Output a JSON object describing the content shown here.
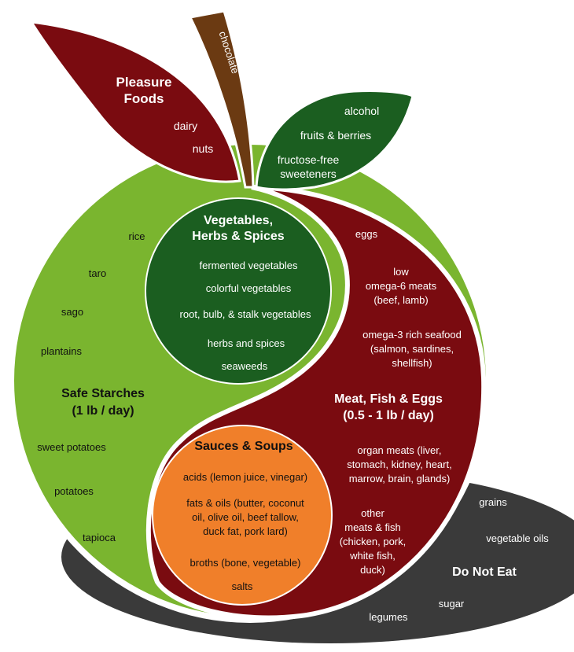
{
  "colors": {
    "green": "#7ab52f",
    "dark_green": "#1b5e20",
    "maroon": "#7a0b10",
    "orange": "#f07f2a",
    "brown": "#6b3a12",
    "dark_gray": "#3a3a3a",
    "outline": "#ffffff",
    "shadow": "#9a9a9a"
  },
  "pleasure_foods": {
    "title_line1": "Pleasure",
    "title_line2": "Foods",
    "items": [
      "dairy",
      "nuts"
    ]
  },
  "stem": {
    "label": "chocolate"
  },
  "leaf": {
    "items": [
      "alcohol",
      "fruits & berries",
      "fructose-free",
      "sweeteners"
    ]
  },
  "vegetables": {
    "title_line1": "Vegetables,",
    "title_line2": "Herbs & Spices",
    "items": [
      "fermented vegetables",
      "colorful vegetables",
      "root, bulb, & stalk vegetables",
      "herbs and spices",
      "seaweeds"
    ]
  },
  "safe_starches": {
    "title_line1": "Safe Starches",
    "title_line2": "(1 lb / day)",
    "items": [
      "rice",
      "taro",
      "sago",
      "plantains",
      "sweet potatoes",
      "potatoes",
      "tapioca"
    ]
  },
  "meat": {
    "title_line1": "Meat, Fish & Eggs",
    "title_line2": "(0.5 - 1 lb / day)",
    "items": [
      "eggs",
      "low",
      "omega-6 meats",
      "(beef, lamb)",
      "omega-3 rich seafood",
      "(salmon, sardines,",
      "shellfish)",
      "organ meats (liver,",
      "stomach, kidney, heart,",
      "marrow, brain, glands)",
      "other",
      "meats & fish",
      "(chicken, pork,",
      "white fish,",
      "duck)"
    ]
  },
  "sauces": {
    "title": "Sauces & Soups",
    "items": [
      "acids (lemon juice, vinegar)",
      "fats & oils (butter, coconut",
      "oil, olive oil, beef tallow,",
      "duck fat, pork lard)",
      "broths (bone, vegetable)",
      "salts"
    ]
  },
  "do_not_eat": {
    "title": "Do Not Eat",
    "items": [
      "grains",
      "vegetable oils",
      "sugar",
      "legumes"
    ]
  }
}
